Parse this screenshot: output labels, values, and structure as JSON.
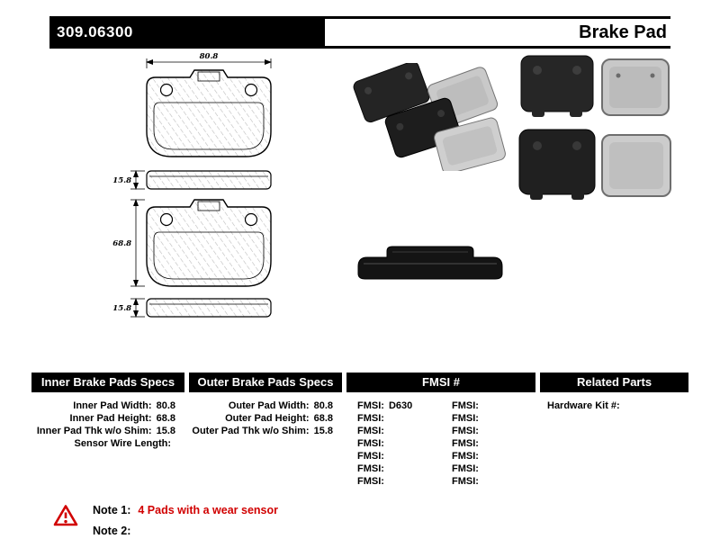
{
  "header": {
    "part_number": "309.06300",
    "product_name": "Brake Pad"
  },
  "diagram": {
    "width_label": "80.8",
    "thickness_top_label": "15.8",
    "height_label": "68.8",
    "thickness_bottom_label": "15.8"
  },
  "specs": {
    "inner": {
      "title": "Inner Brake Pads Specs",
      "rows": [
        {
          "label": "Inner Pad Width:",
          "value": "80.8"
        },
        {
          "label": "Inner Pad Height:",
          "value": "68.8"
        },
        {
          "label": "Inner Pad Thk w/o Shim:",
          "value": "15.8"
        },
        {
          "label": "Sensor Wire Length:",
          "value": ""
        }
      ]
    },
    "outer": {
      "title": "Outer Brake Pads Specs",
      "rows": [
        {
          "label": "Outer Pad Width:",
          "value": "80.8"
        },
        {
          "label": "Outer Pad Height:",
          "value": "68.8"
        },
        {
          "label": "Outer Pad Thk w/o Shim:",
          "value": "15.8"
        }
      ]
    },
    "fmsi": {
      "title": "FMSI #",
      "rows": [
        {
          "l_label": "FMSI:",
          "l_value": "D630",
          "r_label": "FMSI:",
          "r_value": ""
        },
        {
          "l_label": "FMSI:",
          "l_value": "",
          "r_label": "FMSI:",
          "r_value": ""
        },
        {
          "l_label": "FMSI:",
          "l_value": "",
          "r_label": "FMSI:",
          "r_value": ""
        },
        {
          "l_label": "FMSI:",
          "l_value": "",
          "r_label": "FMSI:",
          "r_value": ""
        },
        {
          "l_label": "FMSI:",
          "l_value": "",
          "r_label": "FMSI:",
          "r_value": ""
        },
        {
          "l_label": "FMSI:",
          "l_value": "",
          "r_label": "FMSI:",
          "r_value": ""
        },
        {
          "l_label": "FMSI:",
          "l_value": "",
          "r_label": "FMSI:",
          "r_value": ""
        }
      ]
    },
    "related": {
      "title": "Related Parts",
      "rows": [
        {
          "label": "Hardware Kit #:",
          "value": ""
        }
      ]
    }
  },
  "notes": {
    "note1_label": "Note 1:",
    "note1_text": "4 Pads with a wear sensor",
    "note2_label": "Note 2:",
    "note2_text": ""
  },
  "colors": {
    "accent_red": "#d10000",
    "header_black": "#000000"
  }
}
